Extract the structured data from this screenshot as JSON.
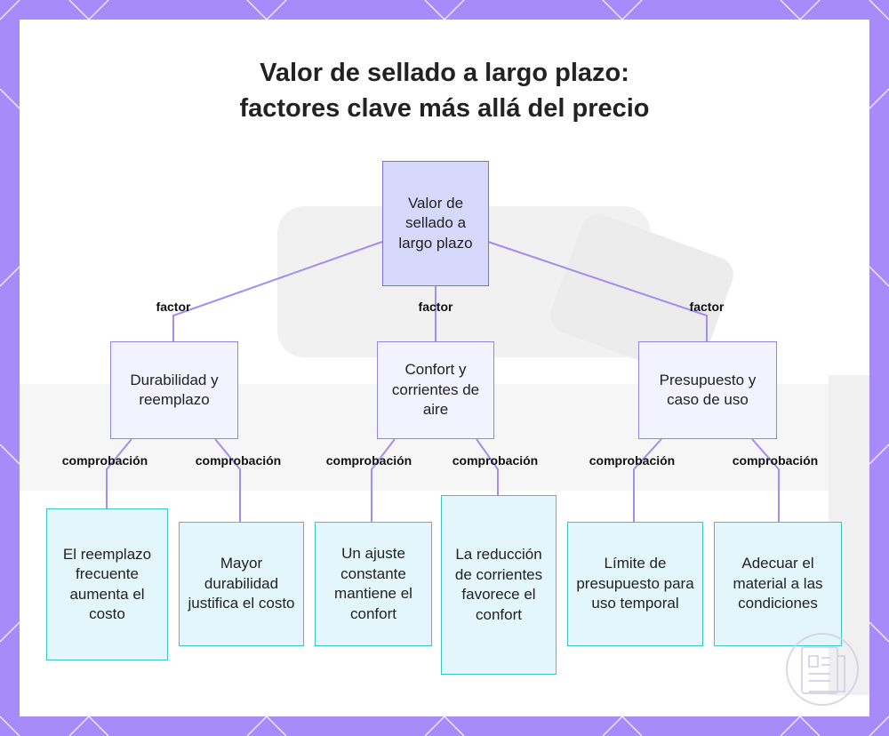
{
  "title": {
    "line1": "Valor de sellado a largo plazo:",
    "line2": "factores clave más allá del precio"
  },
  "diagram": {
    "root": "Valor de sellado a largo plazo",
    "factor_label": "factor",
    "check_label": "comprobación",
    "factors": [
      {
        "label": "Durabilidad y reemplazo",
        "checks": [
          "El reemplazo frecuente aumenta el costo",
          "Mayor durabilidad justifica el costo"
        ]
      },
      {
        "label": "Confort y corrientes de aire",
        "checks": [
          "Un ajuste constante mantiene el confort",
          "La reducción de corrientes favorece el confort"
        ]
      },
      {
        "label": "Presupuesto y caso de uso",
        "checks": [
          "Límite de presupuesto para uso temporal",
          "Adecuar el material a las condiciones"
        ]
      }
    ]
  },
  "colors": {
    "frame": "#a78bfa",
    "root_fill": "#d6d9fb",
    "factor_fill": "#f2f3fe",
    "leaf_fill": "#e3f6fb",
    "leaf_border": "#3fc3c7",
    "connector": "#a48df0"
  },
  "icons": {
    "watermark": "document-stamp-icon"
  }
}
